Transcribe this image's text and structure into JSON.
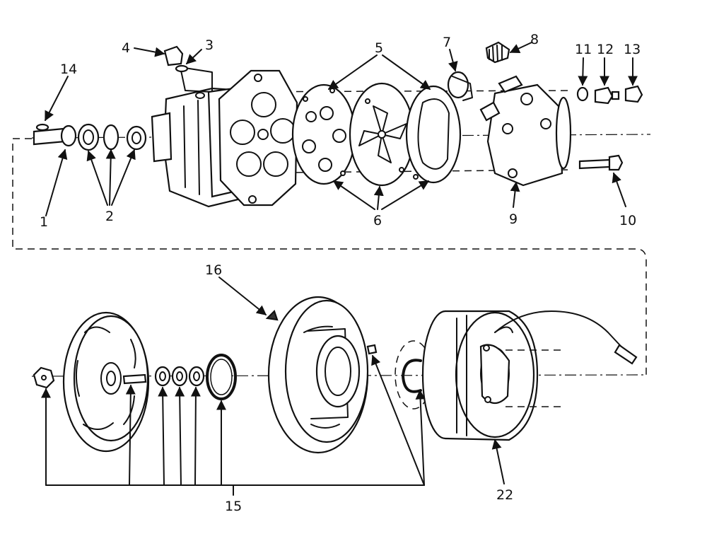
{
  "callouts": {
    "c1": "1",
    "c2": "2",
    "c3": "3",
    "c4": "4",
    "c5": "5",
    "c6": "6",
    "c7": "7",
    "c8": "8",
    "c9": "9",
    "c10": "10",
    "c11": "11",
    "c12": "12",
    "c13": "13",
    "c14": "14",
    "c15": "15",
    "c16": "16",
    "c22": "22"
  }
}
